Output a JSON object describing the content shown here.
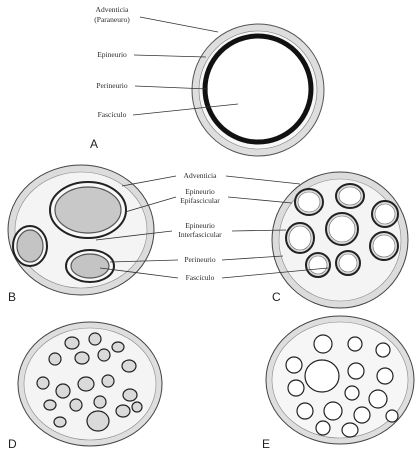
{
  "figure": {
    "panels": [
      "A",
      "B",
      "C",
      "D",
      "E"
    ],
    "panel_a_labels": {
      "adventicia_line1": "Adventicia",
      "adventicia_line2": "(Paraneuro)",
      "epineurio": "Epineurio",
      "perineurio": "Perineurio",
      "fasciculo": "Fascículo"
    },
    "panel_bc_labels": {
      "adventicia": "Adventicia",
      "epineurio_epifascicular_line1": "Epineurio",
      "epineurio_epifascicular_line2": "Epifascicular",
      "epineurio_interfascicular_line1": "Epineurio",
      "epineurio_interfascicular_line2": "Interfascicular",
      "perineurio": "Perineurio",
      "fasciculo": "Fascículo"
    },
    "colors": {
      "ink": "#222222",
      "outer_gray": "#d9d9d9",
      "fascicle_fill": "#c9c9c9",
      "epineurio_fill": "#f3f3f3"
    }
  }
}
